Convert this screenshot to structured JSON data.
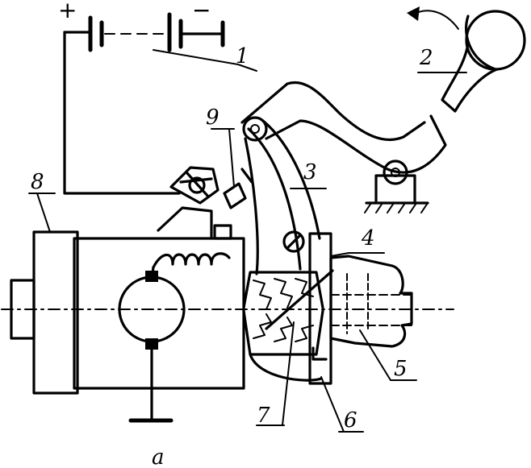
{
  "diagram": {
    "terminals": {
      "plus": "+",
      "minus": "−"
    },
    "labels": {
      "l1": "1",
      "l2": "2",
      "l3": "3",
      "l4": "4",
      "l5": "5",
      "l6": "6",
      "l7": "7",
      "l8": "8",
      "l9": "9"
    },
    "caption": "a"
  }
}
